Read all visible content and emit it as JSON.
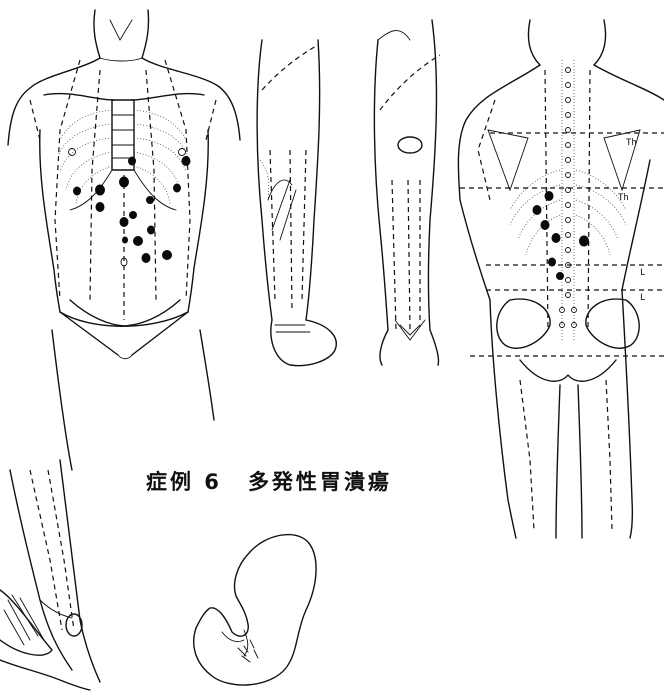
{
  "figure": {
    "title_case": "症例 6",
    "title_diagnosis": "多発性胃潰瘍",
    "back_labels": {
      "th_upper": "Th",
      "th_mid": "Th",
      "l_upper": "L",
      "l_lower": "L"
    },
    "spot_color": "#0a0a0a",
    "line_color": "#111111"
  }
}
